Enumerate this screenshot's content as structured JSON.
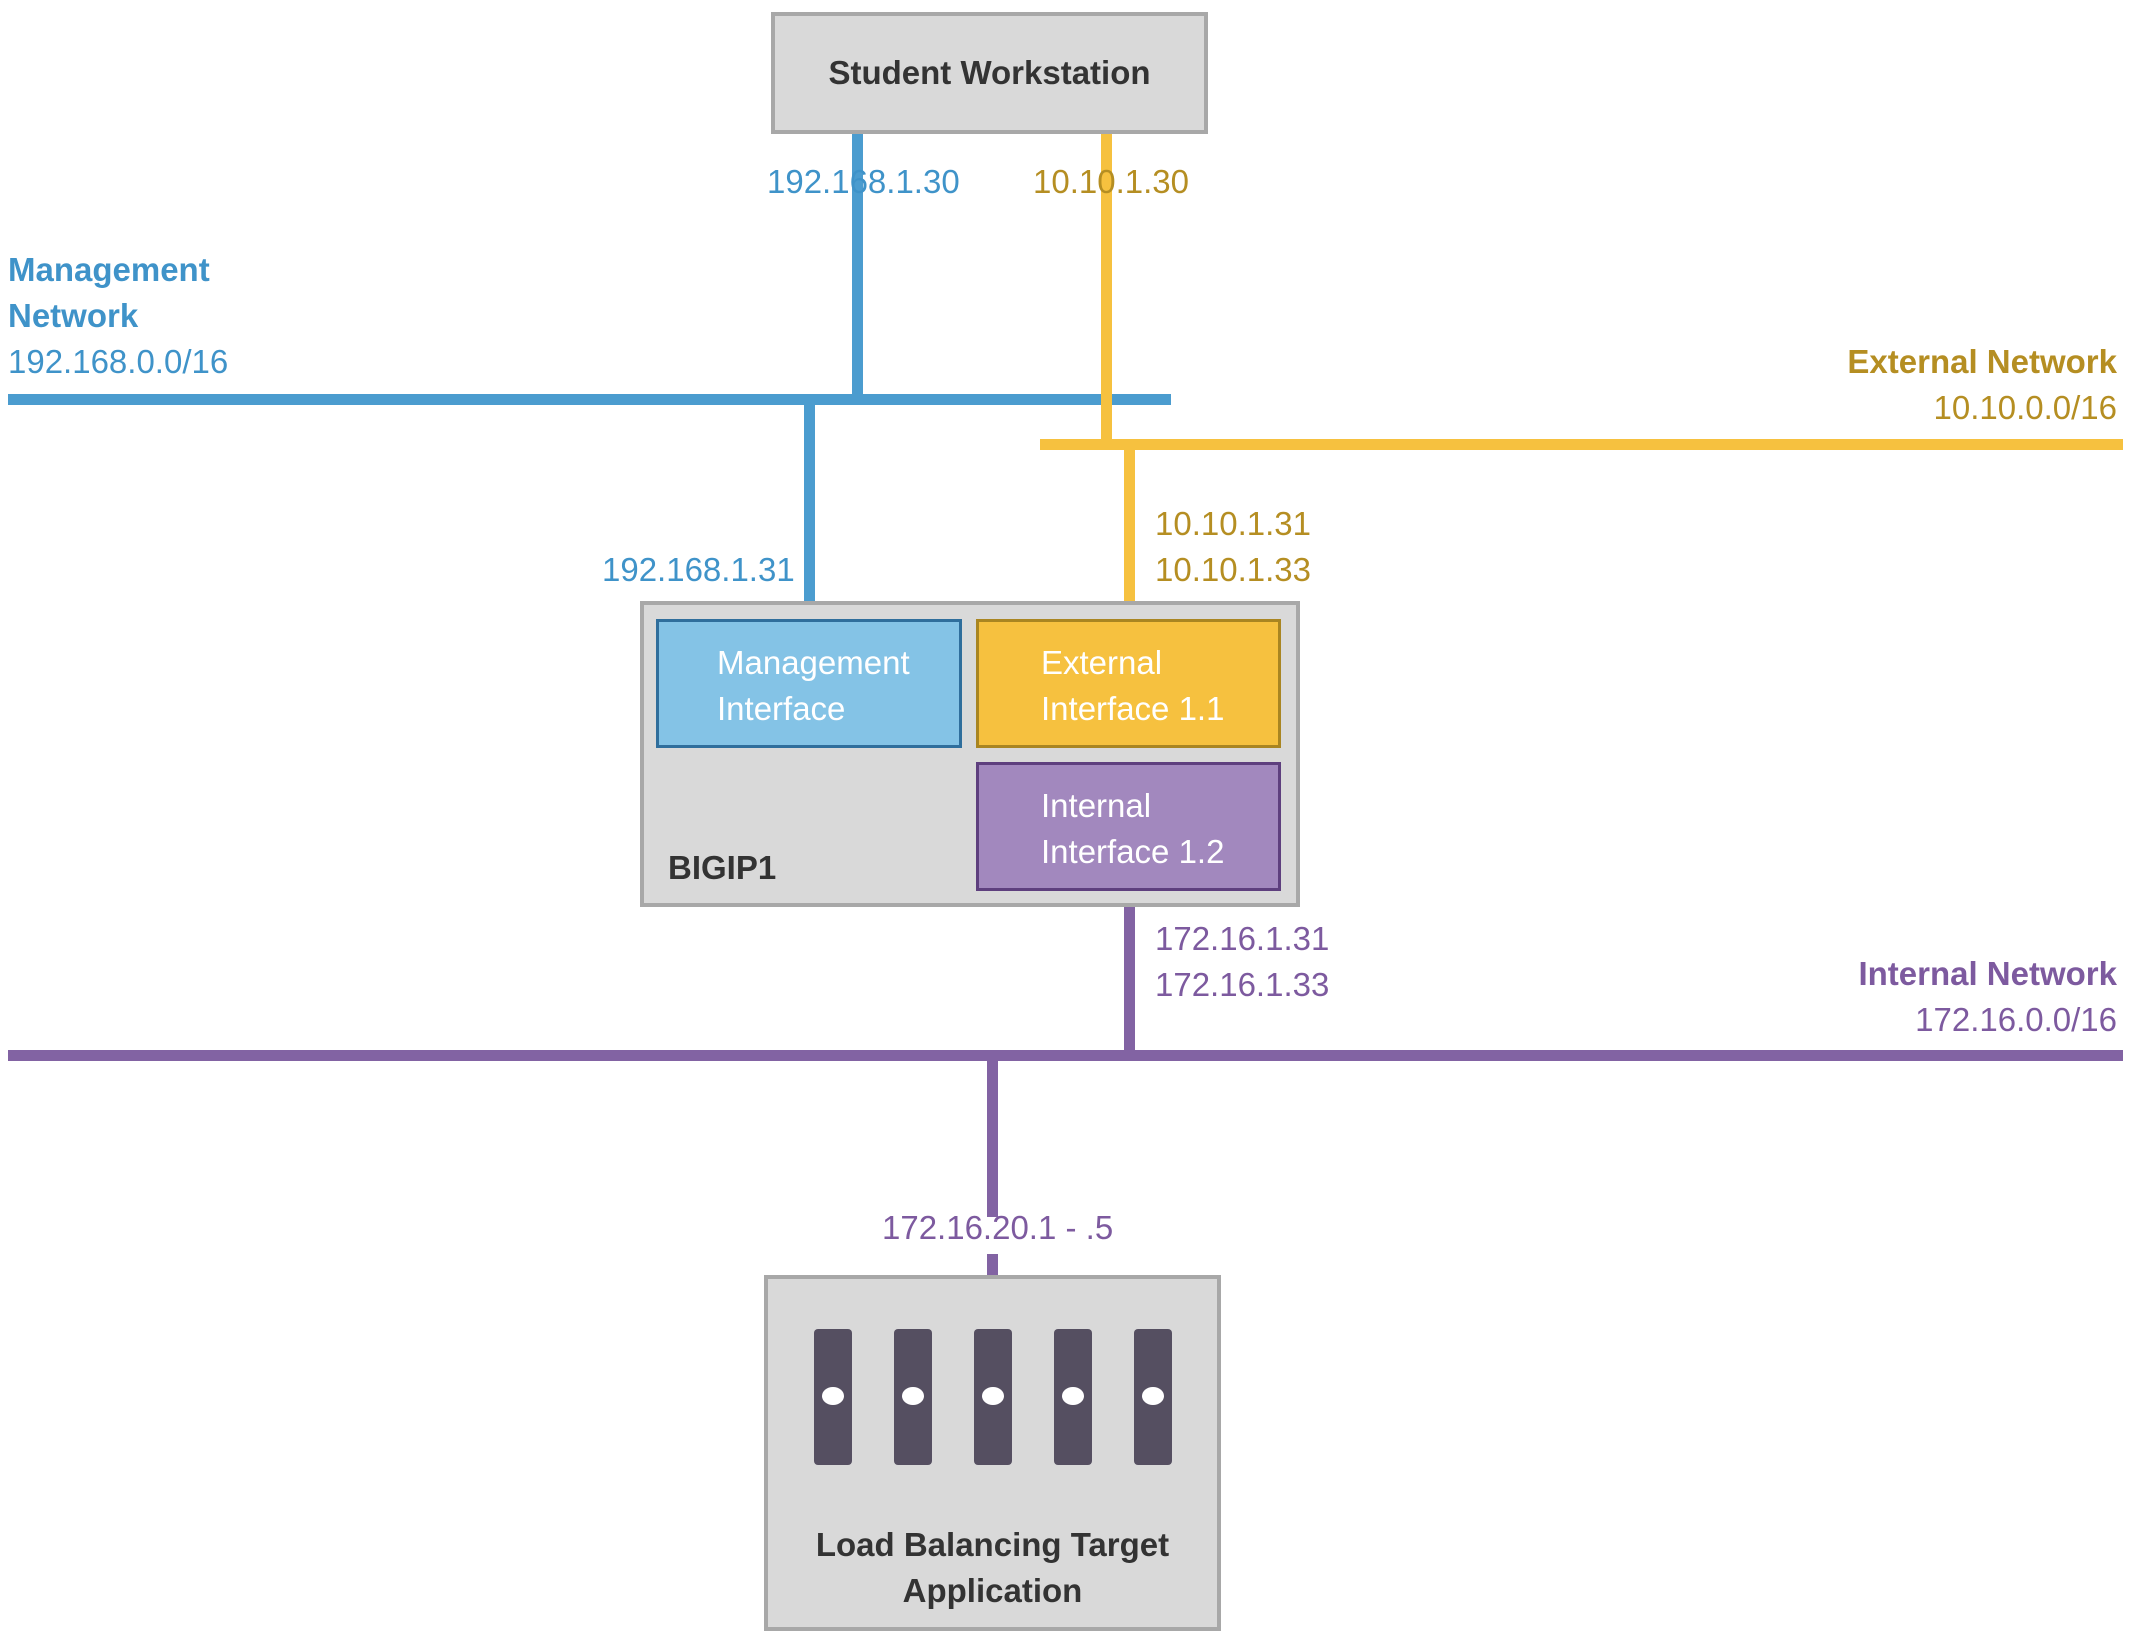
{
  "workstation": {
    "label": "Student Workstation",
    "mgmt_ip": "192.168.1.30",
    "ext_ip": "10.10.1.30"
  },
  "management_network": {
    "name_line1": "Management",
    "name_line2": "Network",
    "cidr": "192.168.0.0/16",
    "color": "#4b9ccf"
  },
  "external_network": {
    "name": "External Network",
    "cidr": "10.10.0.0/16",
    "color": "#f6c13f"
  },
  "internal_network": {
    "name": "Internal Network",
    "cidr": "172.16.0.0/16",
    "color": "#8263a3"
  },
  "bigip": {
    "label": "BIGIP1",
    "mgmt_ip": "192.168.1.31",
    "ext_ips": [
      "10.10.1.31",
      "10.10.1.33"
    ],
    "int_ips": [
      "172.16.1.31",
      "172.16.1.33"
    ],
    "mgmt_iface": [
      "Management",
      "Interface"
    ],
    "ext_iface": [
      "External",
      "Interface 1.1"
    ],
    "int_iface": [
      "Internal",
      "Interface 1.2"
    ]
  },
  "app": {
    "ip_range": "172.16.20.1 - .5",
    "label_line1": "Load Balancing Target",
    "label_line2": "Application",
    "server_count": 5,
    "server_icon": "server-icon"
  }
}
